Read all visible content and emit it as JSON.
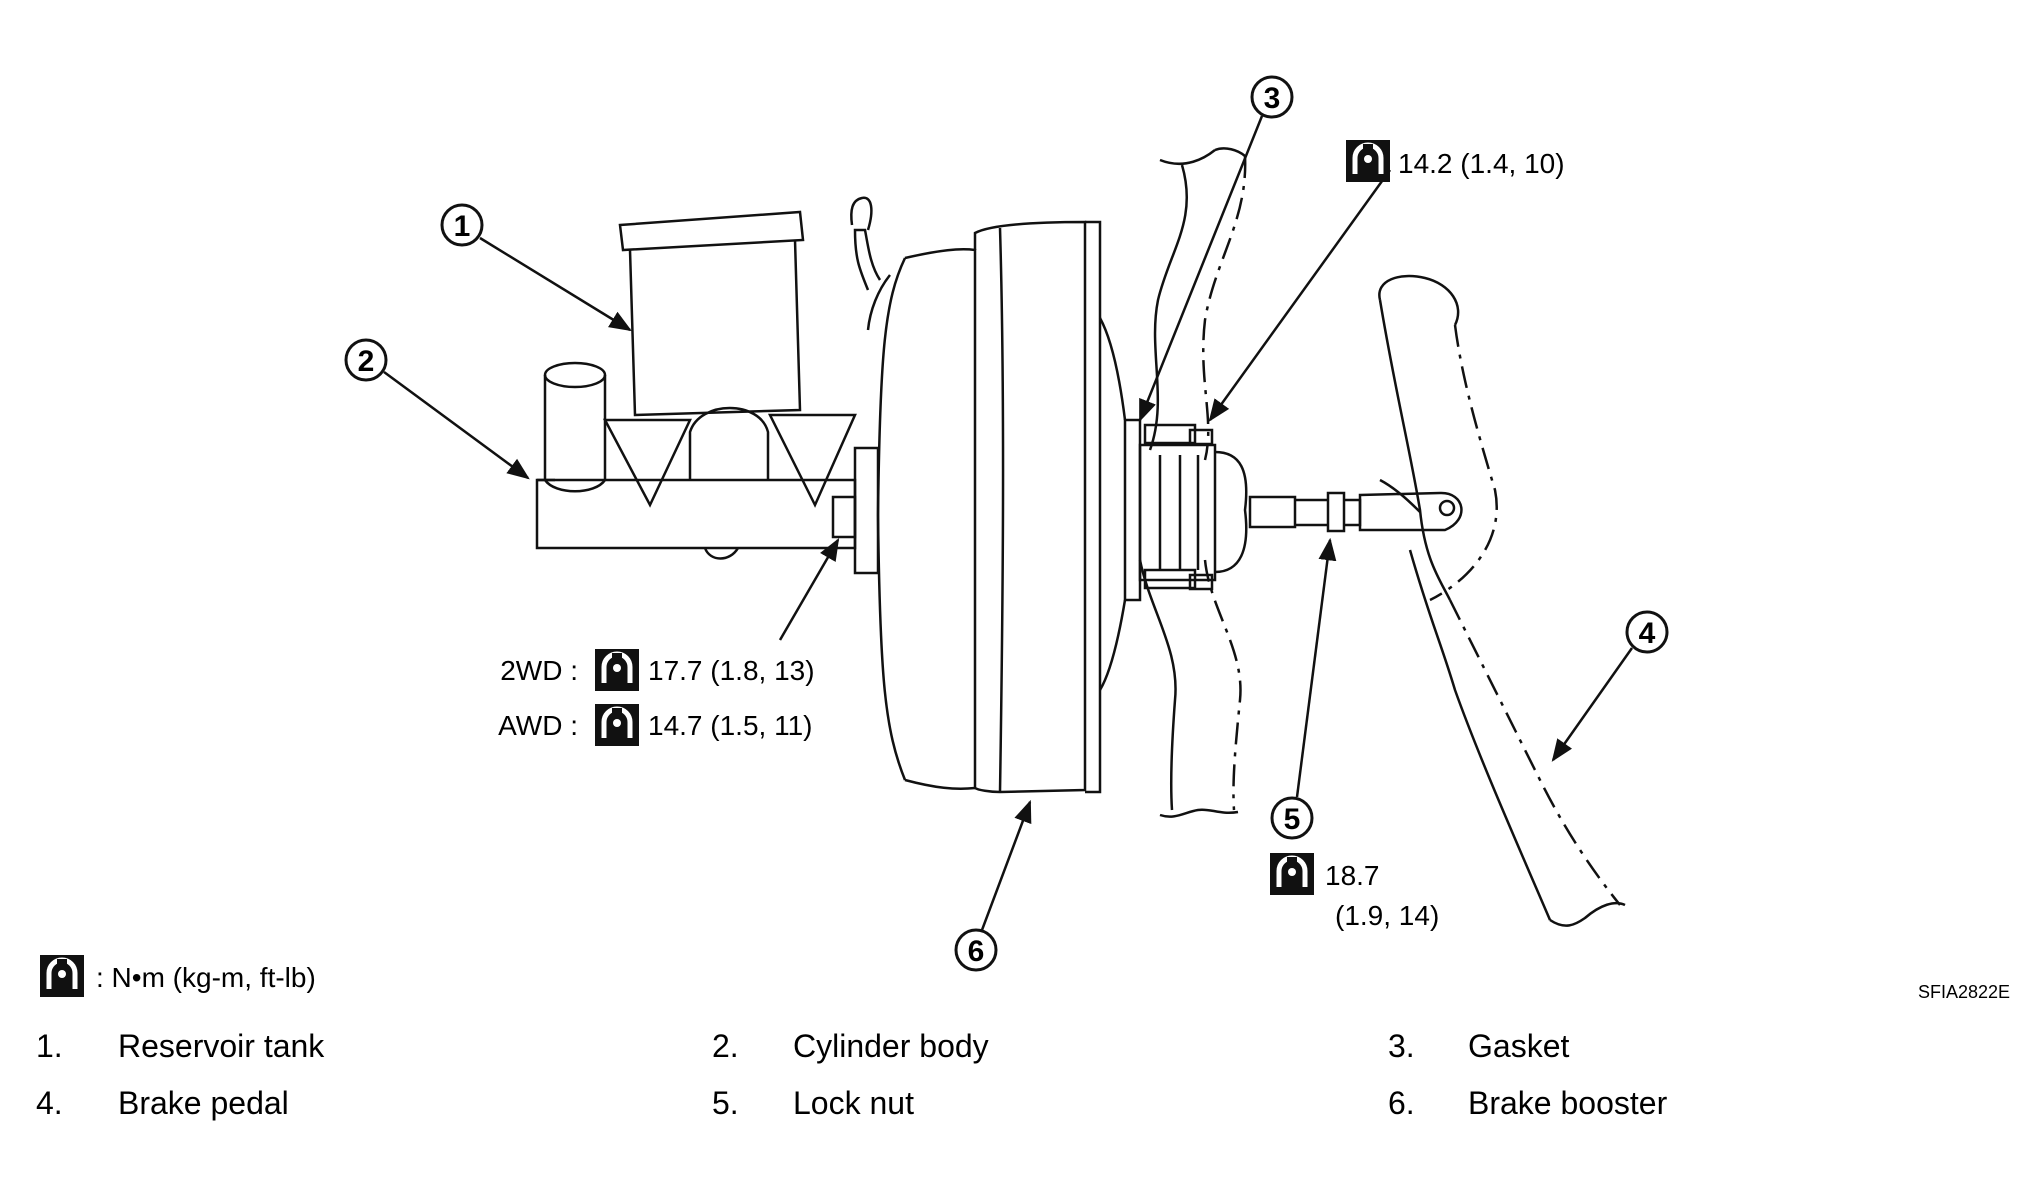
{
  "callouts": [
    "1",
    "2",
    "3",
    "4",
    "5",
    "6"
  ],
  "torques": {
    "pushrod_bolt": "14.2 (1.4, 10)",
    "master_cyl_2wd_label": "2WD :",
    "master_cyl_2wd_value": "17.7 (1.8, 13)",
    "master_cyl_awd_label": "AWD :",
    "master_cyl_awd_value": "14.7 (1.5, 11)",
    "lock_nut_line1": "18.7",
    "lock_nut_line2": "(1.9, 14)"
  },
  "legend": {
    "unit": ": N•m (kg-m, ft-lb)",
    "icon": "torque-wrench-icon"
  },
  "ref_code": "SFIA2822E",
  "parts": [
    {
      "num": "1.",
      "name": "Reservoir tank"
    },
    {
      "num": "2.",
      "name": "Cylinder body"
    },
    {
      "num": "3.",
      "name": "Gasket"
    },
    {
      "num": "4.",
      "name": "Brake pedal"
    },
    {
      "num": "5.",
      "name": "Lock nut"
    },
    {
      "num": "6.",
      "name": "Brake booster"
    }
  ]
}
